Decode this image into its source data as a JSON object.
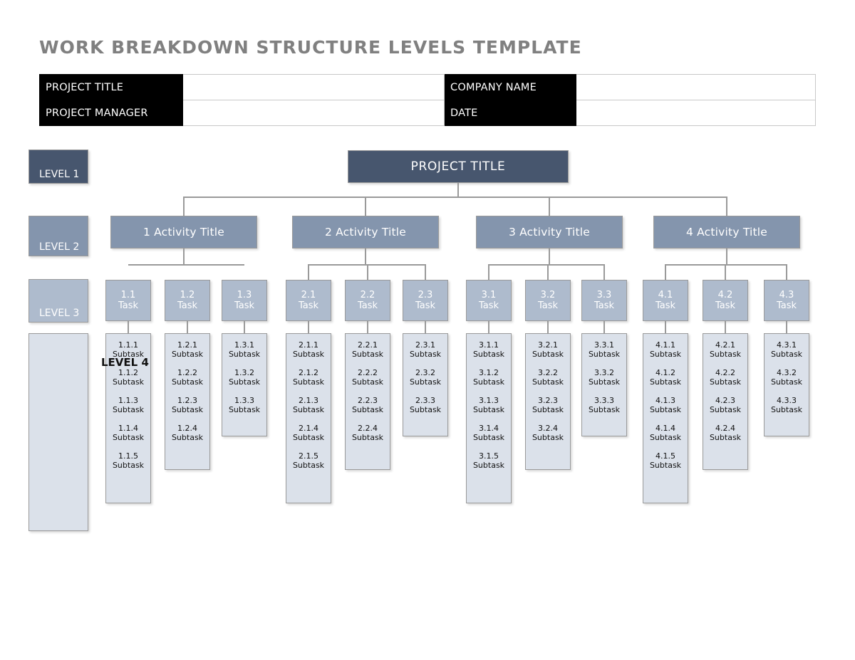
{
  "page": {
    "title": "WORK BREAKDOWN STRUCTURE LEVELS TEMPLATE",
    "title_color": "#808080"
  },
  "info_table": {
    "rows": [
      {
        "label_left": "PROJECT TITLE",
        "value_left": "",
        "label_right": "COMPANY NAME",
        "value_right": ""
      },
      {
        "label_left": "PROJECT MANAGER",
        "value_left": "",
        "label_right": "DATE",
        "value_right": ""
      }
    ]
  },
  "level_tags": [
    {
      "label": "LEVEL 1",
      "color": "#47566e"
    },
    {
      "label": "LEVEL 2",
      "color": "#8495ad"
    },
    {
      "label": "LEVEL 3",
      "color": "#aebbcd"
    },
    {
      "label": "",
      "color": "#dbe1ea"
    }
  ],
  "level4_caption": "LEVEL 4",
  "colors": {
    "level1": "#47566e",
    "level2": "#8495ad",
    "level3": "#aebbcd",
    "level4": "#dbe1ea",
    "connector": "#9a9a9a",
    "header_label_bg": "#000000",
    "header_label_fg": "#ffffff",
    "table_border": "#c8c8c8"
  },
  "root": {
    "label": "PROJECT TITLE"
  },
  "activities": [
    {
      "label": "1 Activity Title",
      "tasks": [
        {
          "number": "1.1",
          "label": "Task",
          "subtasks": [
            {
              "number": "1.1.1",
              "label": "Subtask"
            },
            {
              "number": "1.1.2",
              "label": "Subtask"
            },
            {
              "number": "1.1.3",
              "label": "Subtask"
            },
            {
              "number": "1.1.4",
              "label": "Subtask"
            },
            {
              "number": "1.1.5",
              "label": "Subtask"
            }
          ]
        },
        {
          "number": "1.2",
          "label": "Task",
          "subtasks": [
            {
              "number": "1.2.1",
              "label": "Subtask"
            },
            {
              "number": "1.2.2",
              "label": "Subtask"
            },
            {
              "number": "1.2.3",
              "label": "Subtask"
            },
            {
              "number": "1.2.4",
              "label": "Subtask"
            }
          ]
        },
        {
          "number": "1.3",
          "label": "Task",
          "subtasks": [
            {
              "number": "1.3.1",
              "label": "Subtask"
            },
            {
              "number": "1.3.2",
              "label": "Subtask"
            },
            {
              "number": "1.3.3",
              "label": "Subtask"
            }
          ]
        }
      ]
    },
    {
      "label": "2 Activity Title",
      "tasks": [
        {
          "number": "2.1",
          "label": "Task",
          "subtasks": [
            {
              "number": "2.1.1",
              "label": "Subtask"
            },
            {
              "number": "2.1.2",
              "label": "Subtask"
            },
            {
              "number": "2.1.3",
              "label": "Subtask"
            },
            {
              "number": "2.1.4",
              "label": "Subtask"
            },
            {
              "number": "2.1.5",
              "label": "Subtask"
            }
          ]
        },
        {
          "number": "2.2",
          "label": "Task",
          "subtasks": [
            {
              "number": "2.2.1",
              "label": "Subtask"
            },
            {
              "number": "2.2.2",
              "label": "Subtask"
            },
            {
              "number": "2.2.3",
              "label": "Subtask"
            },
            {
              "number": "2.2.4",
              "label": "Subtask"
            }
          ]
        },
        {
          "number": "2.3",
          "label": "Task",
          "subtasks": [
            {
              "number": "2.3.1",
              "label": "Subtask"
            },
            {
              "number": "2.3.2",
              "label": "Subtask"
            },
            {
              "number": "2.3.3",
              "label": "Subtask"
            }
          ]
        }
      ]
    },
    {
      "label": "3 Activity Title",
      "tasks": [
        {
          "number": "3.1",
          "label": "Task",
          "subtasks": [
            {
              "number": "3.1.1",
              "label": "Subtask"
            },
            {
              "number": "3.1.2",
              "label": "Subtask"
            },
            {
              "number": "3.1.3",
              "label": "Subtask"
            },
            {
              "number": "3.1.4",
              "label": "Subtask"
            },
            {
              "number": "3.1.5",
              "label": "Subtask"
            }
          ]
        },
        {
          "number": "3.2",
          "label": "Task",
          "subtasks": [
            {
              "number": "3.2.1",
              "label": "Subtask"
            },
            {
              "number": "3.2.2",
              "label": "Subtask"
            },
            {
              "number": "3.2.3",
              "label": "Subtask"
            },
            {
              "number": "3.2.4",
              "label": "Subtask"
            }
          ]
        },
        {
          "number": "3.3",
          "label": "Task",
          "subtasks": [
            {
              "number": "3.3.1",
              "label": "Subtask"
            },
            {
              "number": "3.3.2",
              "label": "Subtask"
            },
            {
              "number": "3.3.3",
              "label": "Subtask"
            }
          ]
        }
      ]
    },
    {
      "label": "4 Activity Title",
      "tasks": [
        {
          "number": "4.1",
          "label": "Task",
          "subtasks": [
            {
              "number": "4.1.1",
              "label": "Subtask"
            },
            {
              "number": "4.1.2",
              "label": "Subtask"
            },
            {
              "number": "4.1.3",
              "label": "Subtask"
            },
            {
              "number": "4.1.4",
              "label": "Subtask"
            },
            {
              "number": "4.1.5",
              "label": "Subtask"
            }
          ]
        },
        {
          "number": "4.2",
          "label": "Task",
          "subtasks": [
            {
              "number": "4.2.1",
              "label": "Subtask"
            },
            {
              "number": "4.2.2",
              "label": "Subtask"
            },
            {
              "number": "4.2.3",
              "label": "Subtask"
            },
            {
              "number": "4.2.4",
              "label": "Subtask"
            }
          ]
        },
        {
          "number": "4.3",
          "label": "Task",
          "subtasks": [
            {
              "number": "4.3.1",
              "label": "Subtask"
            },
            {
              "number": "4.3.2",
              "label": "Subtask"
            },
            {
              "number": "4.3.3",
              "label": "Subtask"
            }
          ]
        }
      ]
    }
  ]
}
